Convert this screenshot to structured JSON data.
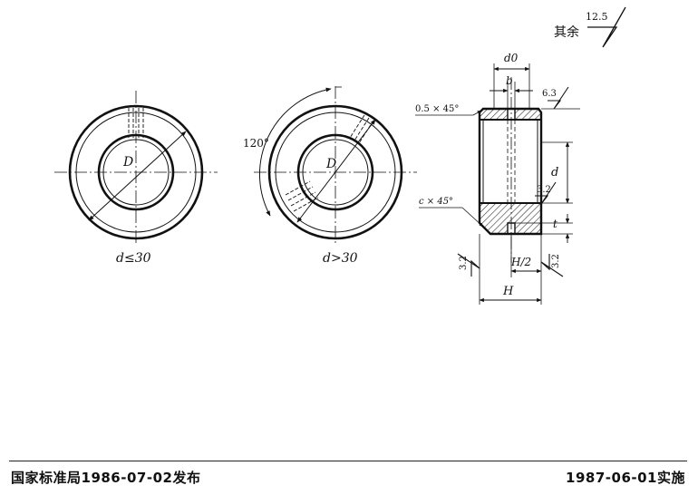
{
  "roughness_note": {
    "label": "其余",
    "value": "12.5"
  },
  "left_view": {
    "diameter_label": "D",
    "caption": "d≤30"
  },
  "middle_view": {
    "diameter_label": "D",
    "angle_label": "120°",
    "caption": "d>30"
  },
  "section_view": {
    "d0_label": "d0",
    "b_label": "b",
    "roughness_top": "6.3",
    "chamfer_top": "0.5 × 45°",
    "chamfer_bottom": "c × 45°",
    "d_label": "d",
    "roughness_bore": "3.2",
    "t_label": "t",
    "roughness_left": "3.2",
    "roughness_right": "3.2",
    "h_half_label": "H/2",
    "h_label": "H"
  },
  "footer": {
    "issued": "国家标准局1986-07-02发布",
    "effective": "1987-06-01实施"
  }
}
